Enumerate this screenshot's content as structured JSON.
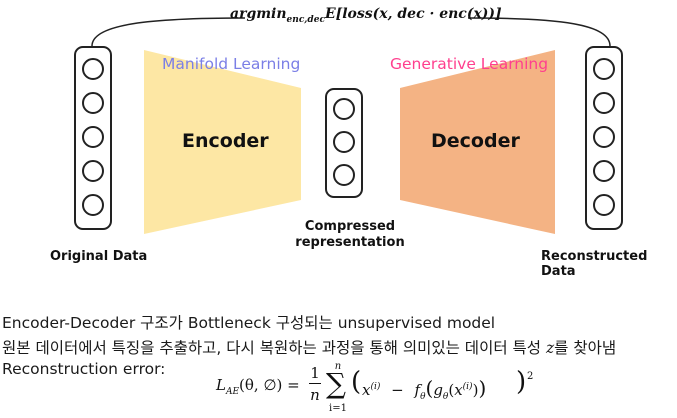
{
  "diagram": {
    "objective": {
      "prefix": "argmin",
      "subscript": "enc,dec",
      "expression": "E[loss(x, dec · enc(x))]"
    },
    "encoder": {
      "label": "Encoder",
      "caption": "Manifold Learning",
      "fill_color": "#fde7a4",
      "caption_color": "#7b7fe6"
    },
    "decoder": {
      "label": "Decoder",
      "caption": "Generative Learning",
      "fill_color": "#f4b384",
      "caption_color": "#ff3f8e"
    },
    "input_column": {
      "label": "Original Data",
      "nodes": 5
    },
    "latent_column": {
      "label_line1": "Compressed",
      "label_line2": "representation",
      "nodes": 3
    },
    "output_column": {
      "label": "Reconstructed Data",
      "nodes": 5
    }
  },
  "text": {
    "line1": "Encoder-Decoder 구조가 Bottleneck 구성되는 unsupervised model",
    "line2_before": "원본 데이터에서 특징을 추출하고, 다시 복원하는 과정을 통해 의미있는 데이터 특성 ",
    "line2_var": "z",
    "line2_after": "를 찾아냄",
    "line3": "Reconstruction error:"
  },
  "formula": {
    "lhs": "L",
    "lhs_sub": "AE",
    "lhs_args": "(θ, ∅) =",
    "frac_num": "1",
    "frac_den": "n",
    "sum_upper": "n",
    "sum_lower": "i=1",
    "term_x": "x",
    "sup_i": "(i)",
    "minus": "−",
    "f": "f",
    "f_sub": "θ",
    "g": "g",
    "g_sub": "θ",
    "power": "2"
  }
}
